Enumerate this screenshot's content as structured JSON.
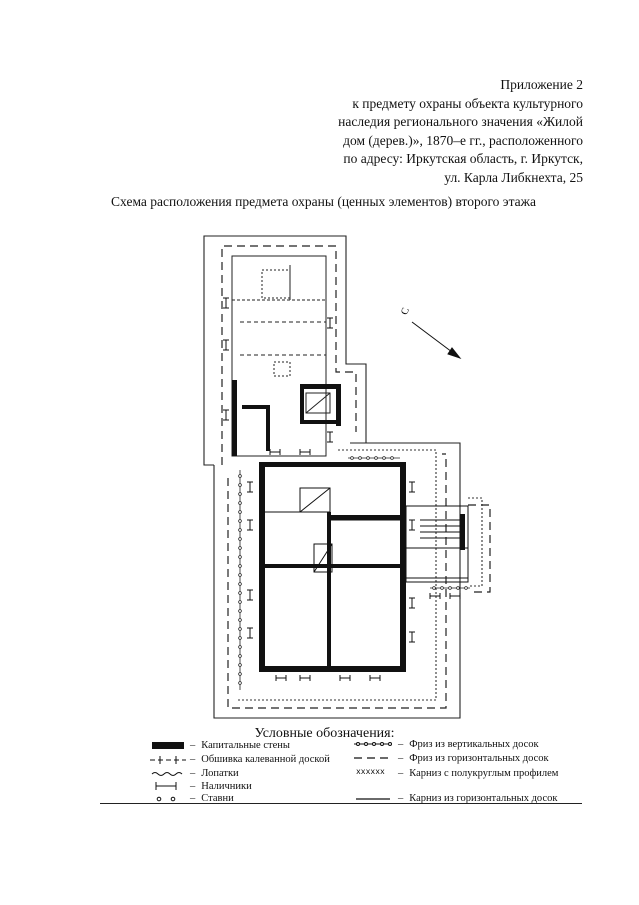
{
  "header": {
    "lines": [
      "Приложение 2",
      "к предмету охраны объекта культурного",
      "наследия регионального значения «Жилой",
      "дом (дерев.)», 1870–е гг., расположенного",
      "по адресу: Иркутская область, г. Иркутск,",
      "ул. Карла Либкнехта, 25"
    ]
  },
  "scheme_title": "Схема расположения предмета охраны (ценных элементов) второго этажа",
  "north_label": "С",
  "legend": {
    "title": "Условные обозначения:",
    "left": [
      {
        "symbol": "capital-walls",
        "label": "Капитальные стены"
      },
      {
        "symbol": "board-cladding",
        "label": "Обшивка калеванной доской"
      },
      {
        "symbol": "pilasters",
        "label": "Лопатки"
      },
      {
        "symbol": "platbands",
        "label": "Наличники"
      },
      {
        "symbol": "shutters",
        "label": "Ставни"
      }
    ],
    "right": [
      {
        "symbol": "frieze-vertical",
        "label": "Фриз из вертикальных досок"
      },
      {
        "symbol": "frieze-horizontal",
        "label": "Фриз из горизонтальных досок"
      },
      {
        "symbol": "cornice-rounded",
        "label": "Карниз с полукруглым профилем"
      },
      {
        "symbol": "cornice-horizontal",
        "label": "Карниз из горизонтальных досок"
      }
    ],
    "dash": "–"
  }
}
